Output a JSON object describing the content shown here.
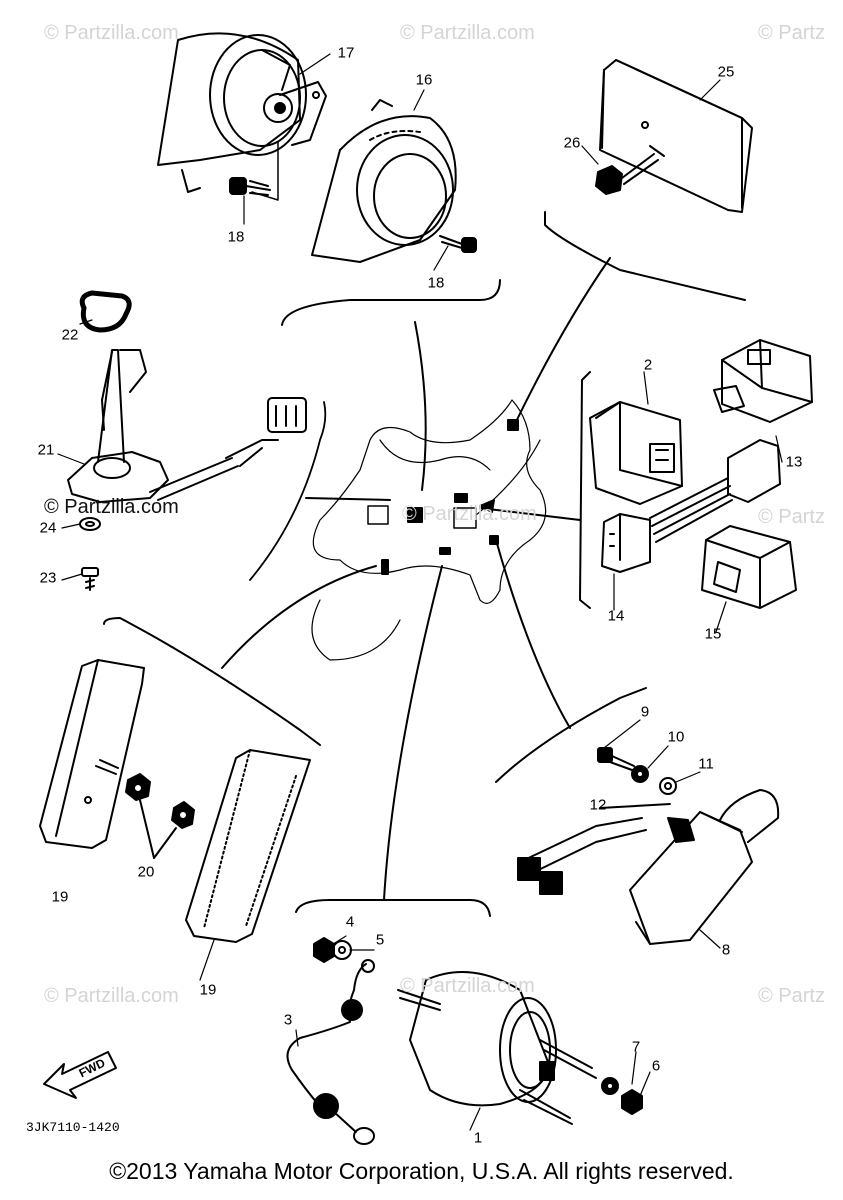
{
  "watermarks": [
    "© Partzilla.com",
    "© Partzilla.com",
    "© Partz",
    "© Partzilla.com",
    "© Partz",
    "© Partzilla.com",
    "© Partzilla.com",
    "© Partz",
    "© Partzilla.com"
  ],
  "callouts": [
    "1",
    "2",
    "3",
    "4",
    "5",
    "6",
    "7",
    "8",
    "9",
    "10",
    "11",
    "12",
    "13",
    "14",
    "15",
    "16",
    "17",
    "18",
    "18",
    "19",
    "19",
    "20",
    "21",
    "22",
    "23",
    "24",
    "25",
    "26"
  ],
  "fwd_label": "FWD",
  "diagram_code": "3JK7110-1420",
  "copyright": "©2013 Yamaha Motor Corporation, U.S.A. All rights reserved.",
  "icons": [
    "horn-icon",
    "fuel-sender-icon",
    "relay-icon",
    "reflector-icon",
    "starter-relay-icon",
    "starter-motor-icon",
    "motorcycle-outline-icon"
  ]
}
